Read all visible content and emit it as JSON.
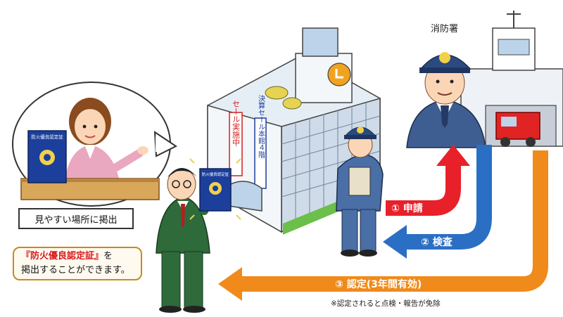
{
  "labels": {
    "fire_station": "消防署",
    "display_location": "見やすい場所に掲出",
    "certificate_name": "『防火優良認定証』",
    "certificate_suffix": "を",
    "can_display": "掲出することができます。",
    "certificate_card_title": "防火優良認定証",
    "building_banner": "セール実施中",
    "building_sign": "決算セール本館４階"
  },
  "steps": [
    {
      "num": "①",
      "label": "申請"
    },
    {
      "num": "②",
      "label": "検査"
    },
    {
      "num": "③",
      "label": "認定(3年間有効)"
    }
  ],
  "footnote": "※認定されると点検・報告が免除",
  "colors": {
    "apply_arrow": "#e8202a",
    "inspect_arrow": "#2b6fc4",
    "certify_arrow": "#f08a1b",
    "uniform": "#3e5e92",
    "certificate_blue": "#1c3f9c"
  }
}
